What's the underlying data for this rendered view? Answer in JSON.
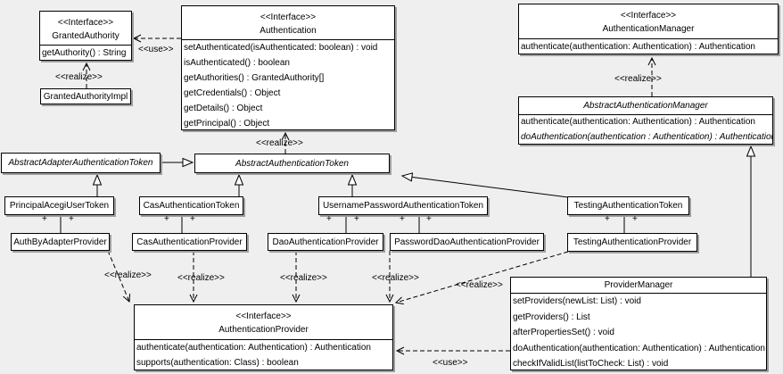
{
  "colors": {
    "background": "#efefef",
    "box_fill": "#ffffff",
    "border": "#000000",
    "shadow": "#9e9e9e",
    "text": "#000000"
  },
  "classes": {
    "granted_authority": {
      "stereotype": "<<Interface>>",
      "name": "GrantedAuthority",
      "methods": [
        "getAuthority() : String"
      ]
    },
    "granted_authority_impl": {
      "name": "GrantedAuthorityImpl"
    },
    "authentication": {
      "stereotype": "<<Interface>>",
      "name": "Authentication",
      "methods": [
        "setAuthenticated(isAuthenticated: boolean) : void",
        "isAuthenticated() : boolean",
        "getAuthorities() : GrantedAuthority[]",
        "getCredentials() : Object",
        "getDetails() : Object",
        "getPrincipal() : Object"
      ]
    },
    "authentication_manager": {
      "stereotype": "<<Interface>>",
      "name": "AuthenticationManager",
      "methods": [
        "authenticate(authentication: Authentication) : Authentication"
      ]
    },
    "abstract_authentication_manager": {
      "name": "AbstractAuthenticationManager",
      "methods": [
        "authenticate(authentication: Authentication) : Authentication",
        "doAuthentication(authentication : Authentication) : Authentication"
      ]
    },
    "abstract_adapter_authentication_token": {
      "name": "AbstractAdapterAuthenticationToken"
    },
    "abstract_authentication_token": {
      "name": "AbstractAuthenticationToken"
    },
    "principal_acegi_user_token": {
      "name": "PrincipalAcegiUserToken"
    },
    "cas_authentication_token": {
      "name": "CasAuthenticationToken"
    },
    "username_password_authentication_token": {
      "name": "UsernamePasswordAuthenticationToken"
    },
    "testing_authentication_token": {
      "name": "TestingAuthenticationToken"
    },
    "auth_by_adapter_provider": {
      "name": "AuthByAdapterProvider"
    },
    "cas_authentication_provider": {
      "name": "CasAuthenticationProvider"
    },
    "dao_authentication_provider": {
      "name": "DaoAuthenticationProvider"
    },
    "password_dao_authentication_provider": {
      "name": "PasswordDaoAuthenticationProvider"
    },
    "testing_authentication_provider": {
      "name": "TestingAuthenticationProvider"
    },
    "provider_manager": {
      "name": "ProviderManager",
      "methods": [
        "setProviders(newList: List) : void",
        "getProviders() : List",
        "afterPropertiesSet() : void",
        "doAuthentication(authentication: Authentication) : Authentication",
        "checkIfValidList(listToCheck: List) : void"
      ]
    },
    "authentication_provider": {
      "stereotype": "<<Interface>>",
      "name": "AuthenticationProvider",
      "methods": [
        "authenticate(authentication: Authentication) : Authentication",
        "supports(authentication: Class) : boolean"
      ]
    }
  },
  "edge_labels": {
    "use": "<<use>>",
    "realize": "<<realize>>",
    "plus": "+"
  }
}
